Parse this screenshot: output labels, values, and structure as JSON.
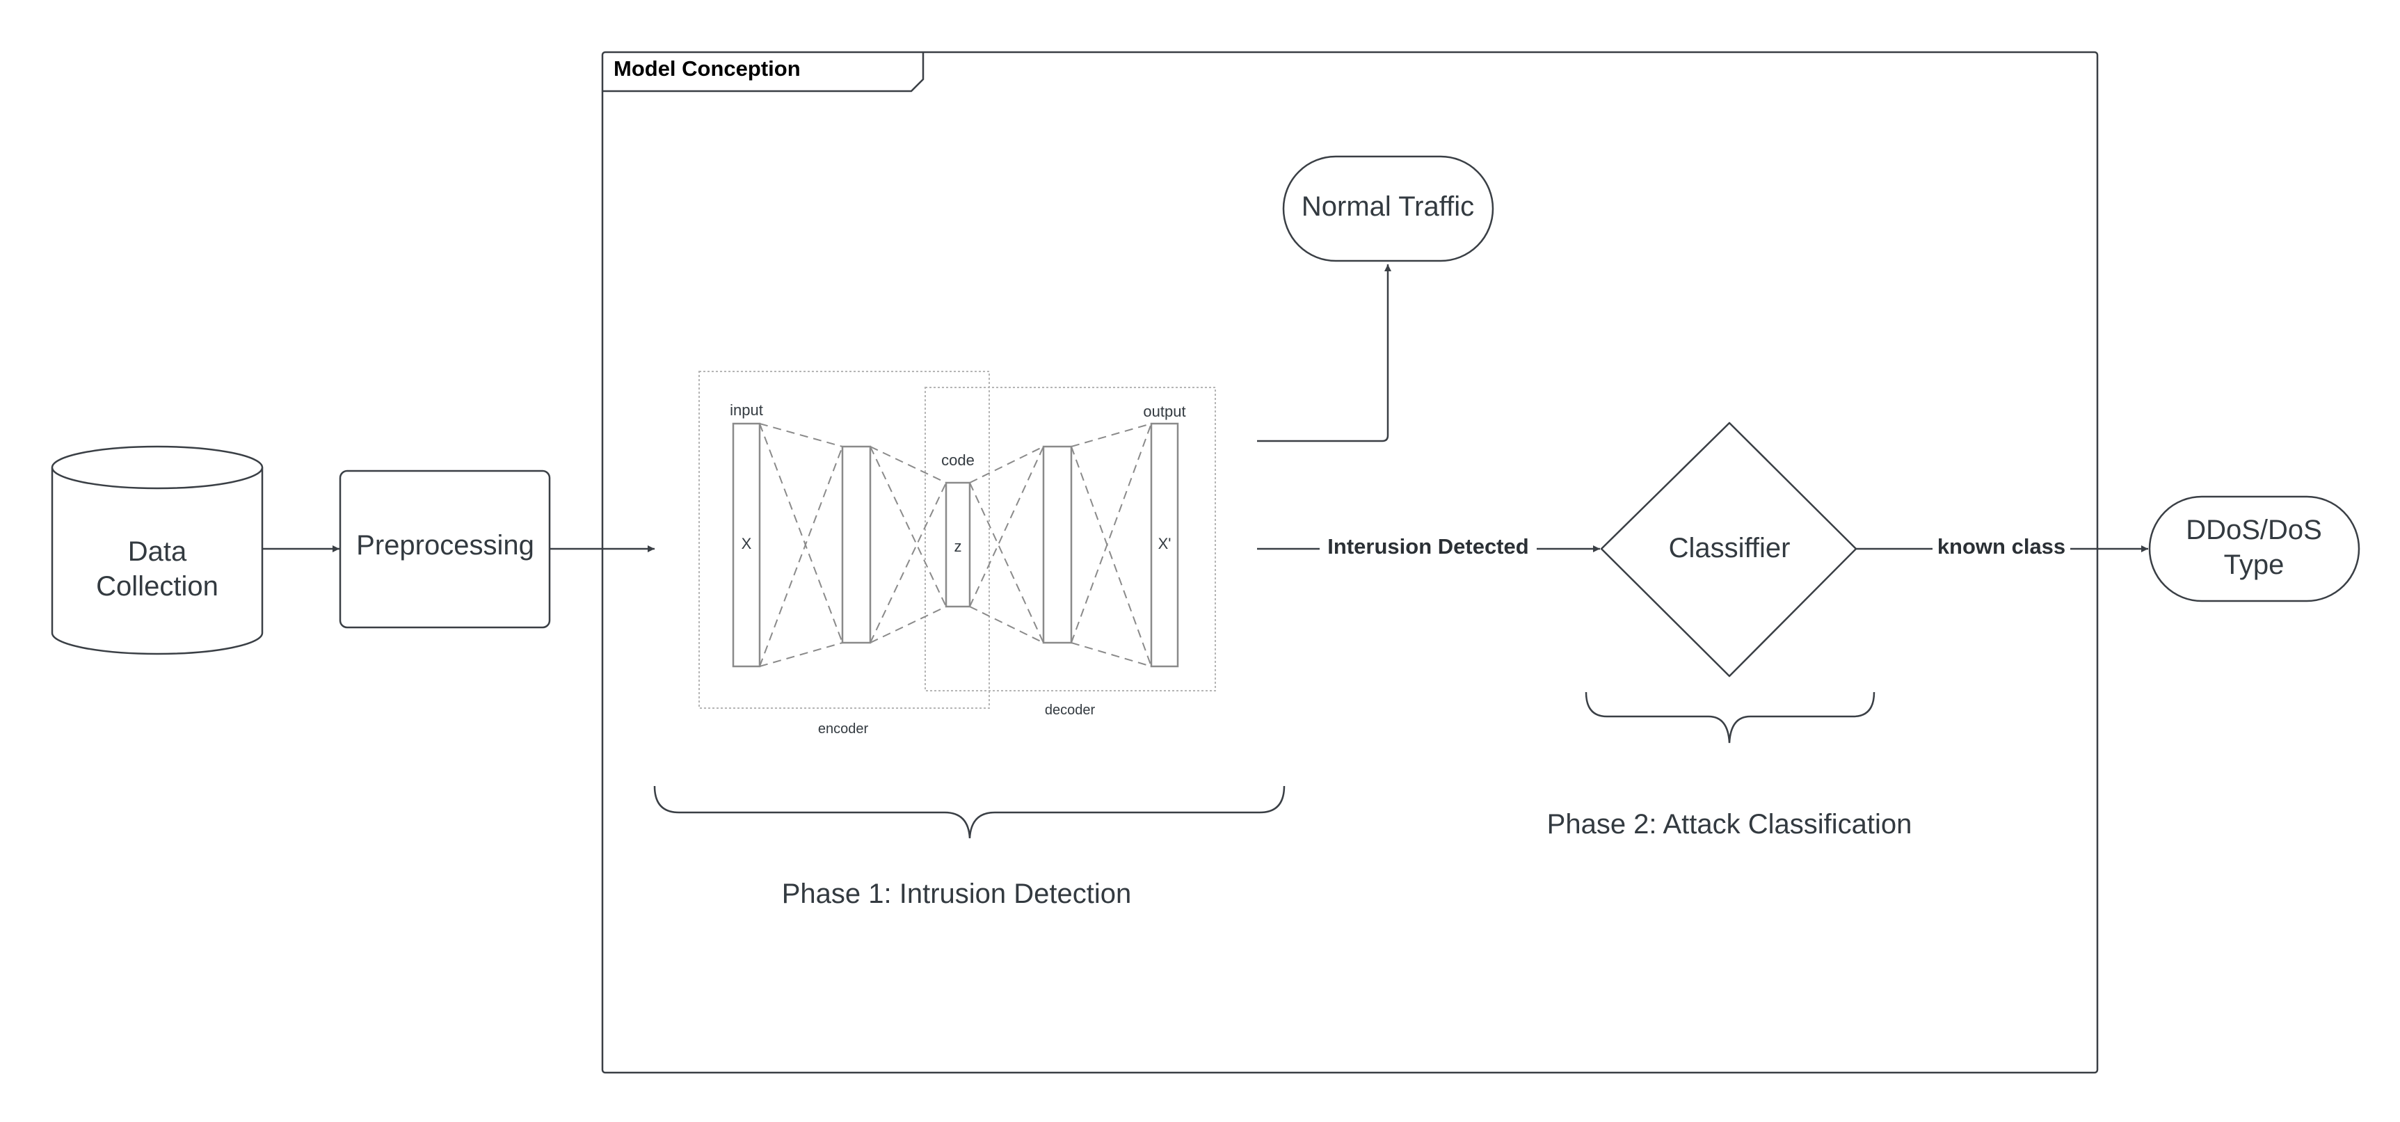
{
  "frame": {
    "title": "Model Conception"
  },
  "nodes": {
    "data_collection": {
      "line1": "Data",
      "line2": "Collection"
    },
    "preprocessing": "Preprocessing",
    "normal_traffic": "Normal Traffic",
    "classifier": "Classiffier",
    "ddos_type": {
      "line1": "DDoS/DoS",
      "line2": "Type"
    }
  },
  "autoencoder": {
    "input_label": "input",
    "output_label": "output",
    "code_label": "code",
    "x_label": "X",
    "x_prime_label": "X'",
    "z_label": "z",
    "encoder_label": "encoder",
    "decoder_label": "decoder"
  },
  "edges": {
    "intrusion_detected": "Interusion Detected",
    "known_class": "known class"
  },
  "phases": {
    "phase1": "Phase 1: Intrusion Detection",
    "phase2": "Phase 2: Attack Classification"
  },
  "colors": {
    "stroke": "#3a3f45",
    "dashed": "#8a8a8a",
    "text": "#333a40"
  }
}
